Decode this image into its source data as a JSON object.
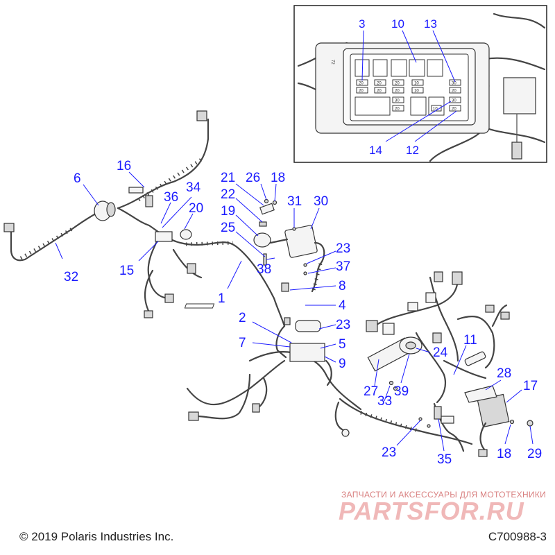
{
  "callouts": {
    "c1": "1",
    "c2": "2",
    "c4": "4",
    "c5": "5",
    "c6": "6",
    "c7": "7",
    "c8": "8",
    "c9": "9",
    "c11": "11",
    "c15": "15",
    "c16": "16",
    "c17": "17",
    "c18a": "18",
    "c18b": "18",
    "c19": "19",
    "c20": "20",
    "c21": "21",
    "c22": "22",
    "c23a": "23",
    "c23b": "23",
    "c23c": "23",
    "c24": "24",
    "c25": "25",
    "c26": "26",
    "c27": "27",
    "c28": "28",
    "c29": "29",
    "c30": "30",
    "c31": "31",
    "c32": "32",
    "c33": "33",
    "c34": "34",
    "c35": "35",
    "c36": "36",
    "c37": "37",
    "c38": "38",
    "c39": "39"
  },
  "inset": {
    "c3": "3",
    "c10": "10",
    "c12": "12",
    "c13": "13",
    "c14": "14",
    "side_label": "72",
    "fuses": [
      "20",
      "20",
      "20",
      "20",
      "10",
      "30",
      "20",
      "20",
      "20",
      "10",
      "10",
      "30",
      "30",
      "20",
      "20"
    ]
  },
  "footer": {
    "copyright": "© 2019 Polaris Industries Inc.",
    "drawing_code": "C700988-3"
  },
  "watermark": {
    "caption": "ЗАПЧАСТИ И АКСЕССУАРЫ ДЛЯ МОТОТЕХНИКИ",
    "logo": "PARTSFOR.RU"
  }
}
